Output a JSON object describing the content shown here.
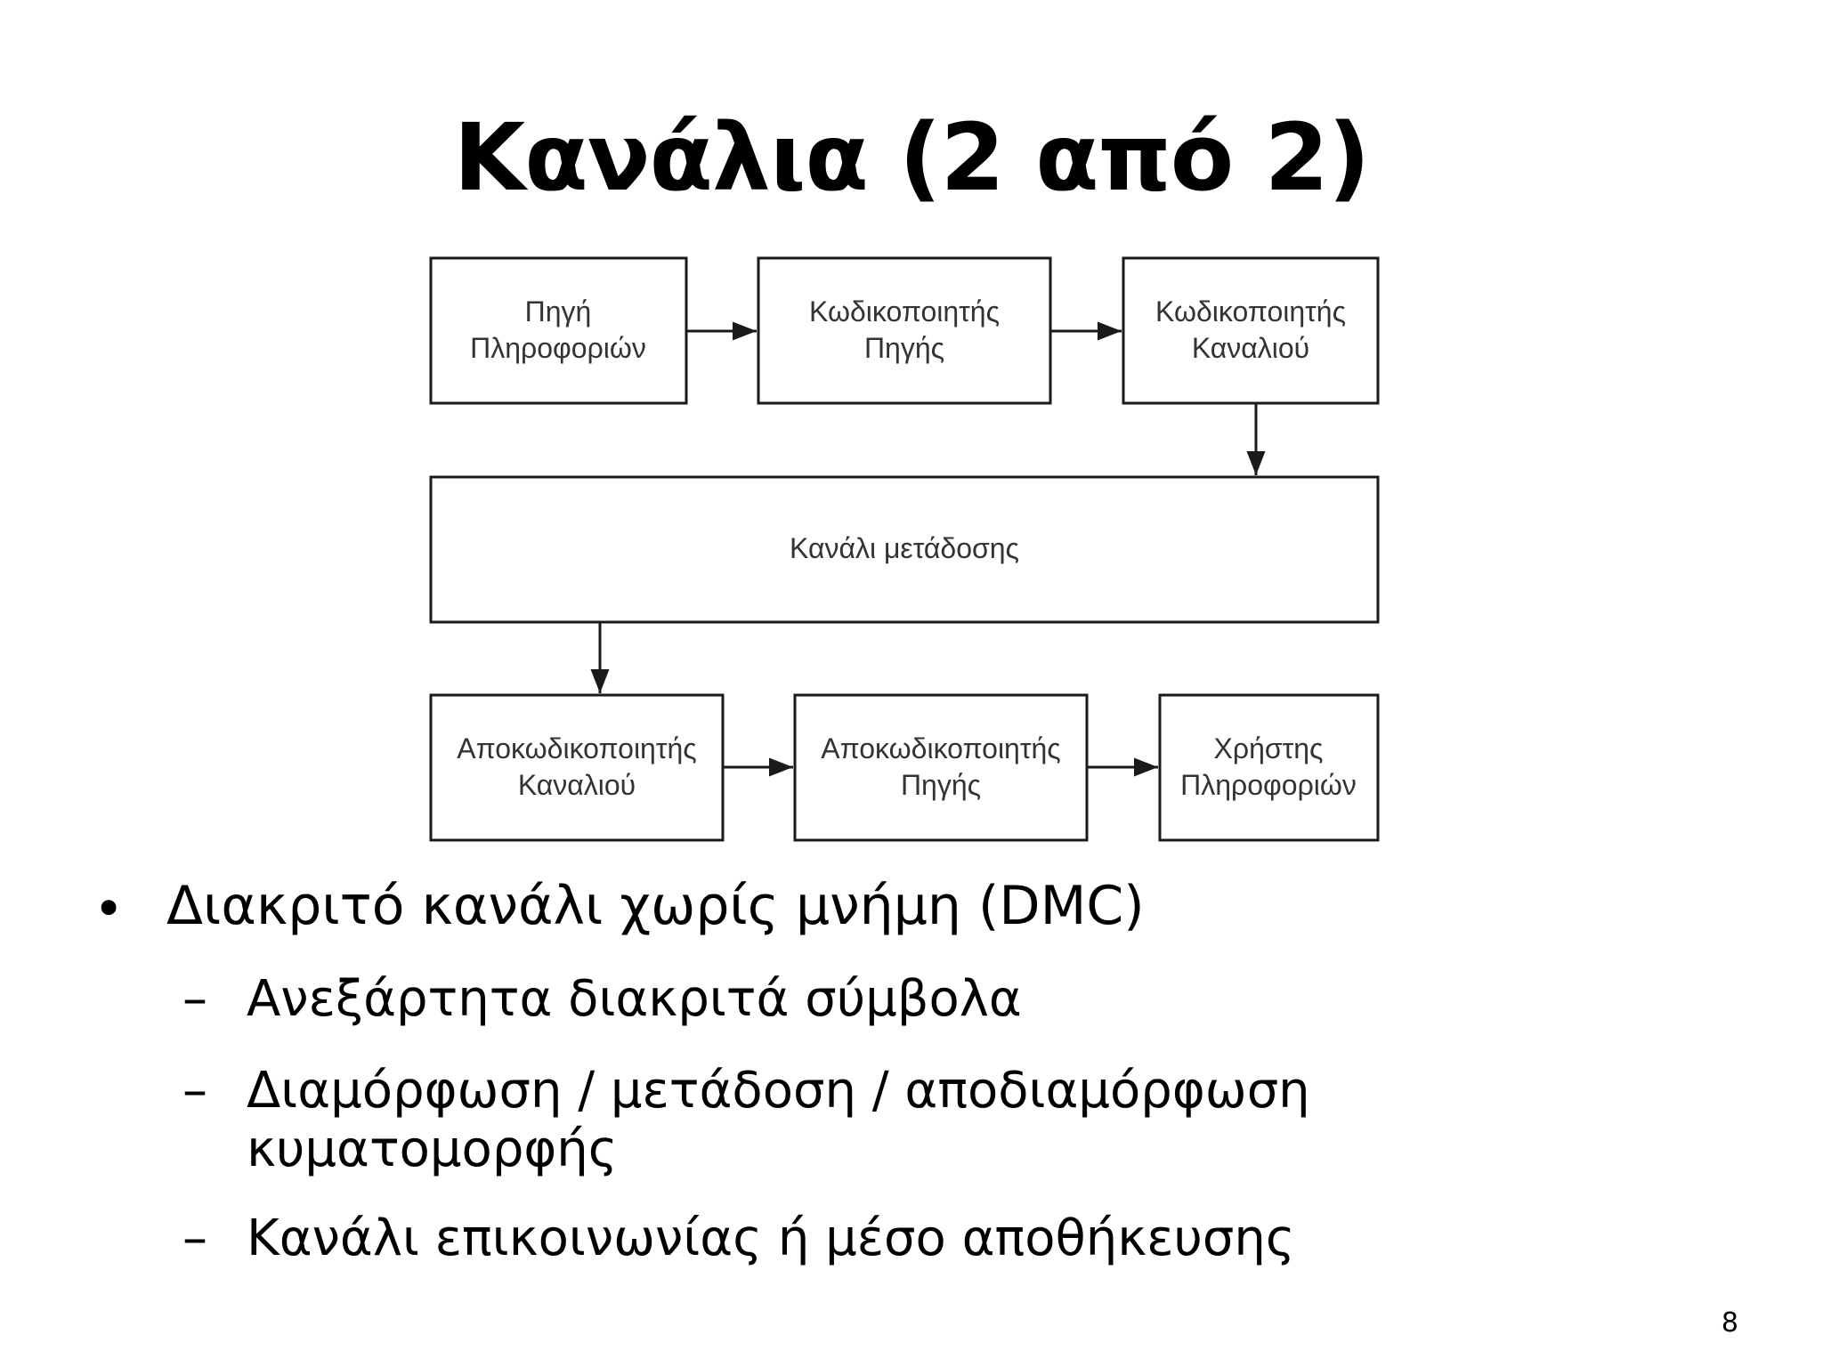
{
  "slide": {
    "title": "Κανάλια (2 από 2)",
    "page_number": "8"
  },
  "diagram": {
    "nodes": {
      "info_source": {
        "line1": "Πηγή",
        "line2": "Πληροφοριών"
      },
      "source_encoder": {
        "line1": "Κωδικοποιητής",
        "line2": "Πηγής"
      },
      "channel_encoder": {
        "line1": "Κωδικοποιητής",
        "line2": "Καναλιού"
      },
      "channel": {
        "label": "Κανάλι μετάδοσης"
      },
      "channel_decoder": {
        "line1": "Αποκωδικοποιητής",
        "line2": "Καναλιού"
      },
      "source_decoder": {
        "line1": "Αποκωδικοποιητής",
        "line2": "Πηγής"
      },
      "info_user": {
        "line1": "Χρήστης",
        "line2": "Πληροφοριών"
      }
    }
  },
  "bullets": {
    "main": {
      "marker": "•",
      "text": "Διακριτό κανάλι χωρίς μνήμη (DMC)"
    },
    "sub": [
      {
        "marker": "–",
        "line1": "Ανεξάρτητα διακριτά σύμβολα",
        "line2": ""
      },
      {
        "marker": "–",
        "line1": "Διαμόρφωση / μετάδοση / αποδιαμόρφωση",
        "line2": "κυματομορφής"
      },
      {
        "marker": "–",
        "line1": "Κανάλι επικοινωνίας ή μέσο αποθήκευσης",
        "line2": ""
      }
    ]
  }
}
